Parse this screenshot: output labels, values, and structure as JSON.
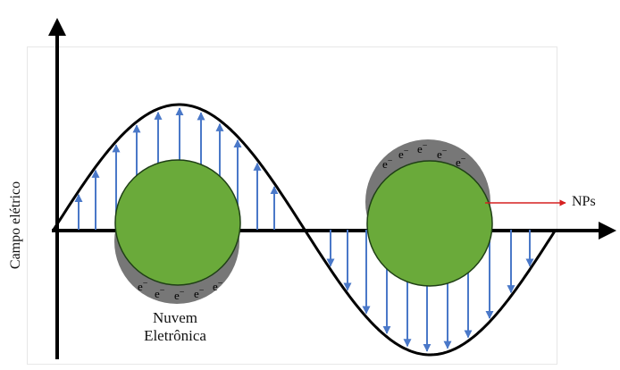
{
  "axis": {
    "y_label": "Campo elétrico"
  },
  "labels": {
    "nps": "NPs",
    "cloud_line1": "Nuvem",
    "cloud_line2": "Eletrônica"
  },
  "particles": [
    {
      "name": "particle-left",
      "electron_side": "bottom",
      "electron_marks": [
        "e",
        "e",
        "e",
        "e",
        "e"
      ]
    },
    {
      "name": "particle-right",
      "electron_side": "top",
      "electron_marks": [
        "e",
        "e",
        "e",
        "e",
        "e"
      ]
    }
  ],
  "colors": {
    "wave": "#000000",
    "arrow": "#4a78c8",
    "particle_fill": "#6aaa3a",
    "particle_stroke": "#1f3f16",
    "electron_cloud": "#777777",
    "nps_arrow": "#d62020",
    "axis": "#000000"
  }
}
